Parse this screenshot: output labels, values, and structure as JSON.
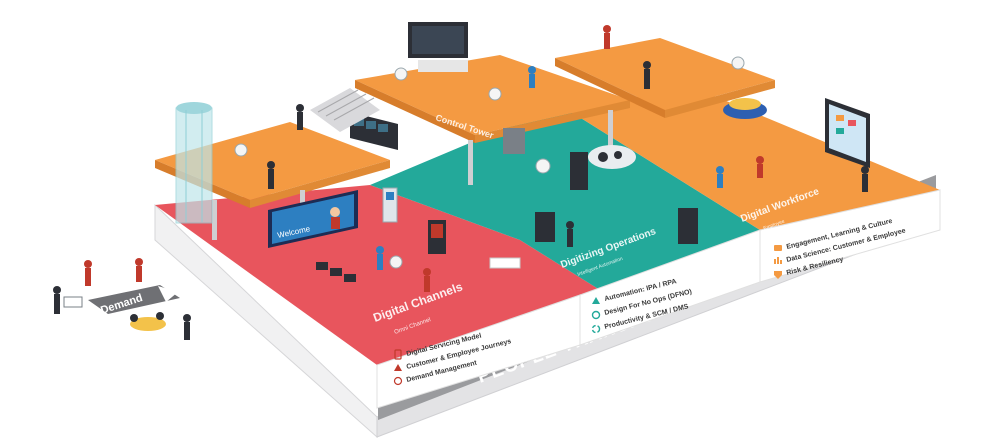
{
  "banner": "PEOPLE TRANSFORMATION",
  "demand_label": "Demand",
  "control_tower": {
    "title": "Control Tower"
  },
  "zones": {
    "digital_channels": {
      "title": "Digital Channels",
      "subtitle": "Omni Channel",
      "items": [
        "Digital Servicing Model",
        "Customer & Employee Journeys",
        "Demand Management"
      ]
    },
    "operations": {
      "title": "Digitizing Operations",
      "subtitle": "Intelligent Automation",
      "items": [
        "Automation: IPA / RPA",
        "Design For No Ops (DFNO)",
        "Productivity & SCM / DMS"
      ]
    },
    "workforce": {
      "title": "Digital Workforce",
      "subtitle": "Employee",
      "items": [
        "Engagement, Learning & Culture",
        "Data Science: Customer & Employee",
        "Risk & Resiliency"
      ]
    }
  },
  "screen": {
    "welcome": "Welcome"
  },
  "colors": {
    "orange": "#f49a42",
    "coral": "#e8555d",
    "teal": "#23a99a",
    "platform_side": "#e9e9ea",
    "banner_gray": "#8e8f92",
    "icon_red": "#c0392b"
  },
  "icons": {
    "digital_channels": [
      "phone-icon",
      "people-icon",
      "wifi-icon"
    ],
    "operations": [
      "robot-icon",
      "gear-icon",
      "cycle-icon"
    ],
    "workforce": [
      "chat-icon",
      "chart-icon",
      "shield-icon"
    ]
  }
}
